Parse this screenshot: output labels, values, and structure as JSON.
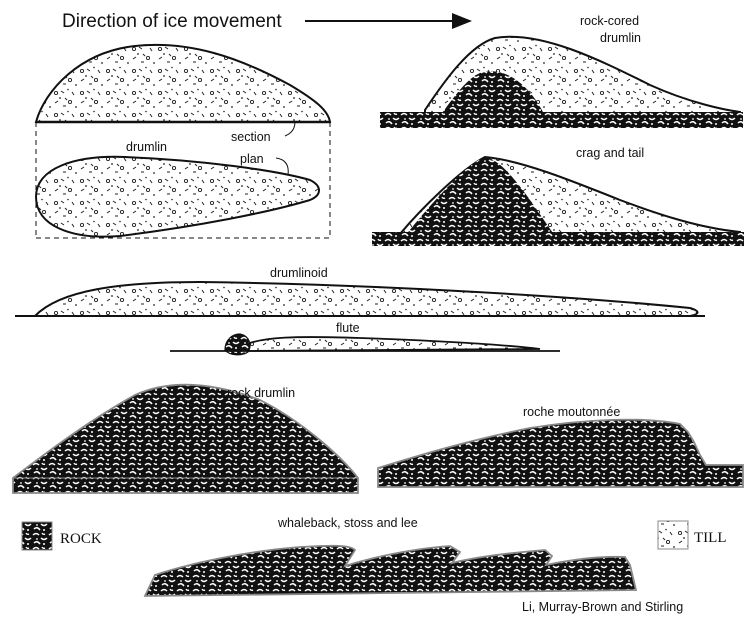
{
  "title": "Direction of ice movement",
  "labels": {
    "drumlin": "drumlin",
    "section": "section",
    "plan": "plan",
    "rock_cored_line1": "rock-cored",
    "rock_cored_line2": "drumlin",
    "crag_and_tail": "crag and tail",
    "drumlinoid": "drumlinoid",
    "flute": "flute",
    "rock_drumlin": "rock drumlin",
    "roche_moutonnee": "roche moutonnée",
    "whaleback": "whaleback, stoss and lee"
  },
  "legend": {
    "rock": "ROCK",
    "till": "TILL"
  },
  "credit": "Li, Murray-Brown and Stirling"
}
